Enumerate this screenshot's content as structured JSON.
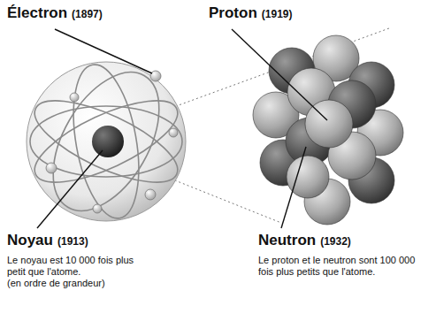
{
  "diagram": {
    "labels": [
      "Électron",
      "(1897)",
      "Proton",
      "(1919)",
      "Noyau",
      "(1913)",
      "Le noyau est 10 000 fois plus petit que l'atome.",
      "(en ordre de grandeur)",
      "Neutron",
      "(1932)",
      "Le proton et le neutron sont 100 000 fois plus petits que l'atome."
    ]
  }
}
